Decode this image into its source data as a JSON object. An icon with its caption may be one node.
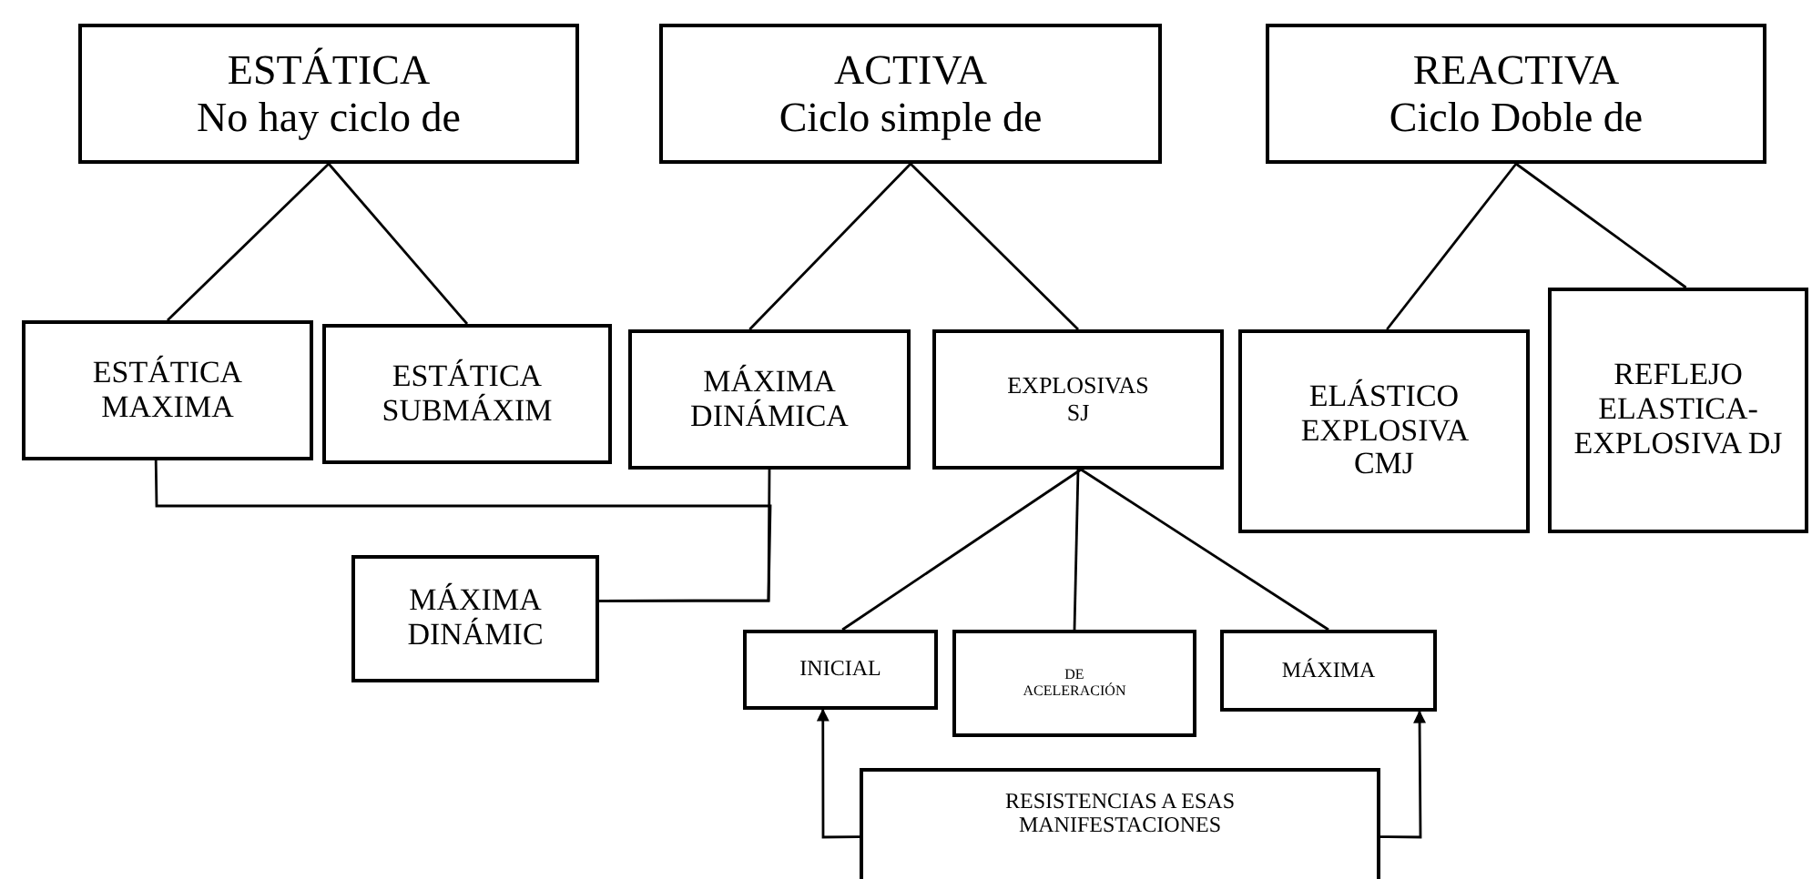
{
  "diagram": {
    "nodes": [
      {
        "text": [
          "ESTÁTICA",
          "No hay ciclo de"
        ]
      },
      {
        "text": [
          "ACTIVA",
          "Ciclo simple de"
        ]
      },
      {
        "text": [
          "REACTIVA",
          "Ciclo Doble de"
        ]
      },
      {
        "text": [
          "ESTÁTICA MAXIMA"
        ]
      },
      {
        "text": [
          "ESTÁTICA SUBMÁXIM"
        ]
      },
      {
        "text": [
          "MÁXIMA DINÁMICA"
        ]
      },
      {
        "text": [
          "EXPLOSIVAS SJ"
        ]
      },
      {
        "text": [
          "ELÁSTICO EXPLOSIVA CMJ"
        ]
      },
      {
        "text": [
          "REFLEJO ELASTICA- EXPLOSIVA DJ"
        ]
      },
      {
        "text": [
          "MÁXIMA DINÁMIC"
        ]
      },
      {
        "text": [
          "INICIAL"
        ]
      },
      {
        "text": [
          "DE ACELERACIÓN"
        ]
      },
      {
        "text": [
          "MÁXIMA"
        ]
      },
      {
        "text": [
          "RESISTENCIAS A ESAS MANIFESTACIONES"
        ]
      }
    ],
    "edges": [
      {
        "from": 0,
        "to": 3,
        "arrow": "none"
      },
      {
        "from": 0,
        "to": 4,
        "arrow": "none"
      },
      {
        "from": 1,
        "to": 5,
        "arrow": "none"
      },
      {
        "from": 1,
        "to": 6,
        "arrow": "none"
      },
      {
        "from": 2,
        "to": 7,
        "arrow": "none"
      },
      {
        "from": 2,
        "to": 8,
        "arrow": "none"
      },
      {
        "from": 6,
        "to": 10,
        "arrow": "none"
      },
      {
        "from": 6,
        "to": 11,
        "arrow": "none"
      },
      {
        "from": 6,
        "to": 12,
        "arrow": "none"
      },
      {
        "from": 3,
        "to": 9,
        "arrow": "none"
      },
      {
        "from": 5,
        "to": 9,
        "arrow": "none"
      },
      {
        "from": 13,
        "to": 10,
        "arrow": "to"
      },
      {
        "from": 13,
        "to": 12,
        "arrow": "to"
      }
    ]
  }
}
